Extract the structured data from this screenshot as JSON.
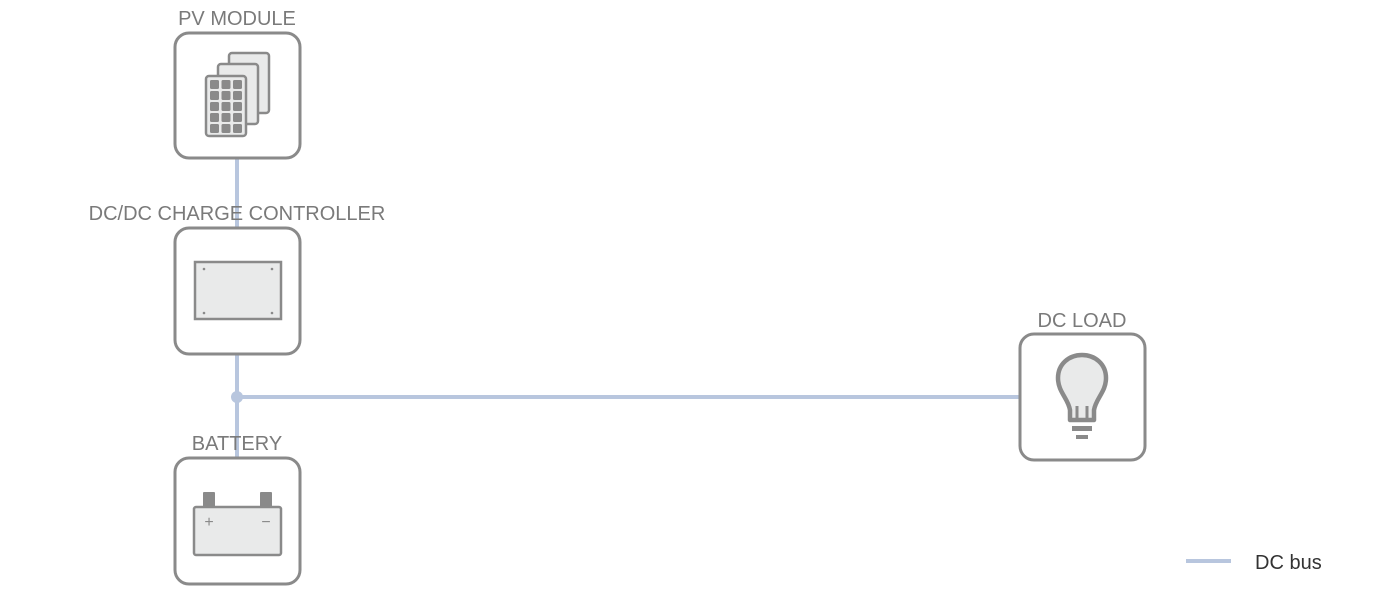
{
  "nodes": {
    "pv": {
      "label": "PV MODULE",
      "icon": "solar-panel-icon"
    },
    "controller": {
      "label": "DC/DC CHARGE CONTROLLER",
      "icon": "charge-controller-icon"
    },
    "battery": {
      "label": "BATTERY",
      "icon": "battery-icon",
      "plus": "+",
      "minus": "−"
    },
    "load": {
      "label": "DC LOAD",
      "icon": "light-bulb-icon"
    }
  },
  "edges": [
    {
      "from": "pv",
      "to": "controller",
      "type": "DC bus"
    },
    {
      "from": "controller",
      "to": "battery",
      "type": "DC bus"
    },
    {
      "from": "controller",
      "to": "load",
      "type": "DC bus"
    }
  ],
  "legend": {
    "items": [
      {
        "label": "DC bus",
        "color": "#b8c6de"
      }
    ]
  },
  "colors": {
    "bus": "#b8c6de",
    "stroke": "#8a8a8a",
    "fill": "#e9eaea"
  }
}
